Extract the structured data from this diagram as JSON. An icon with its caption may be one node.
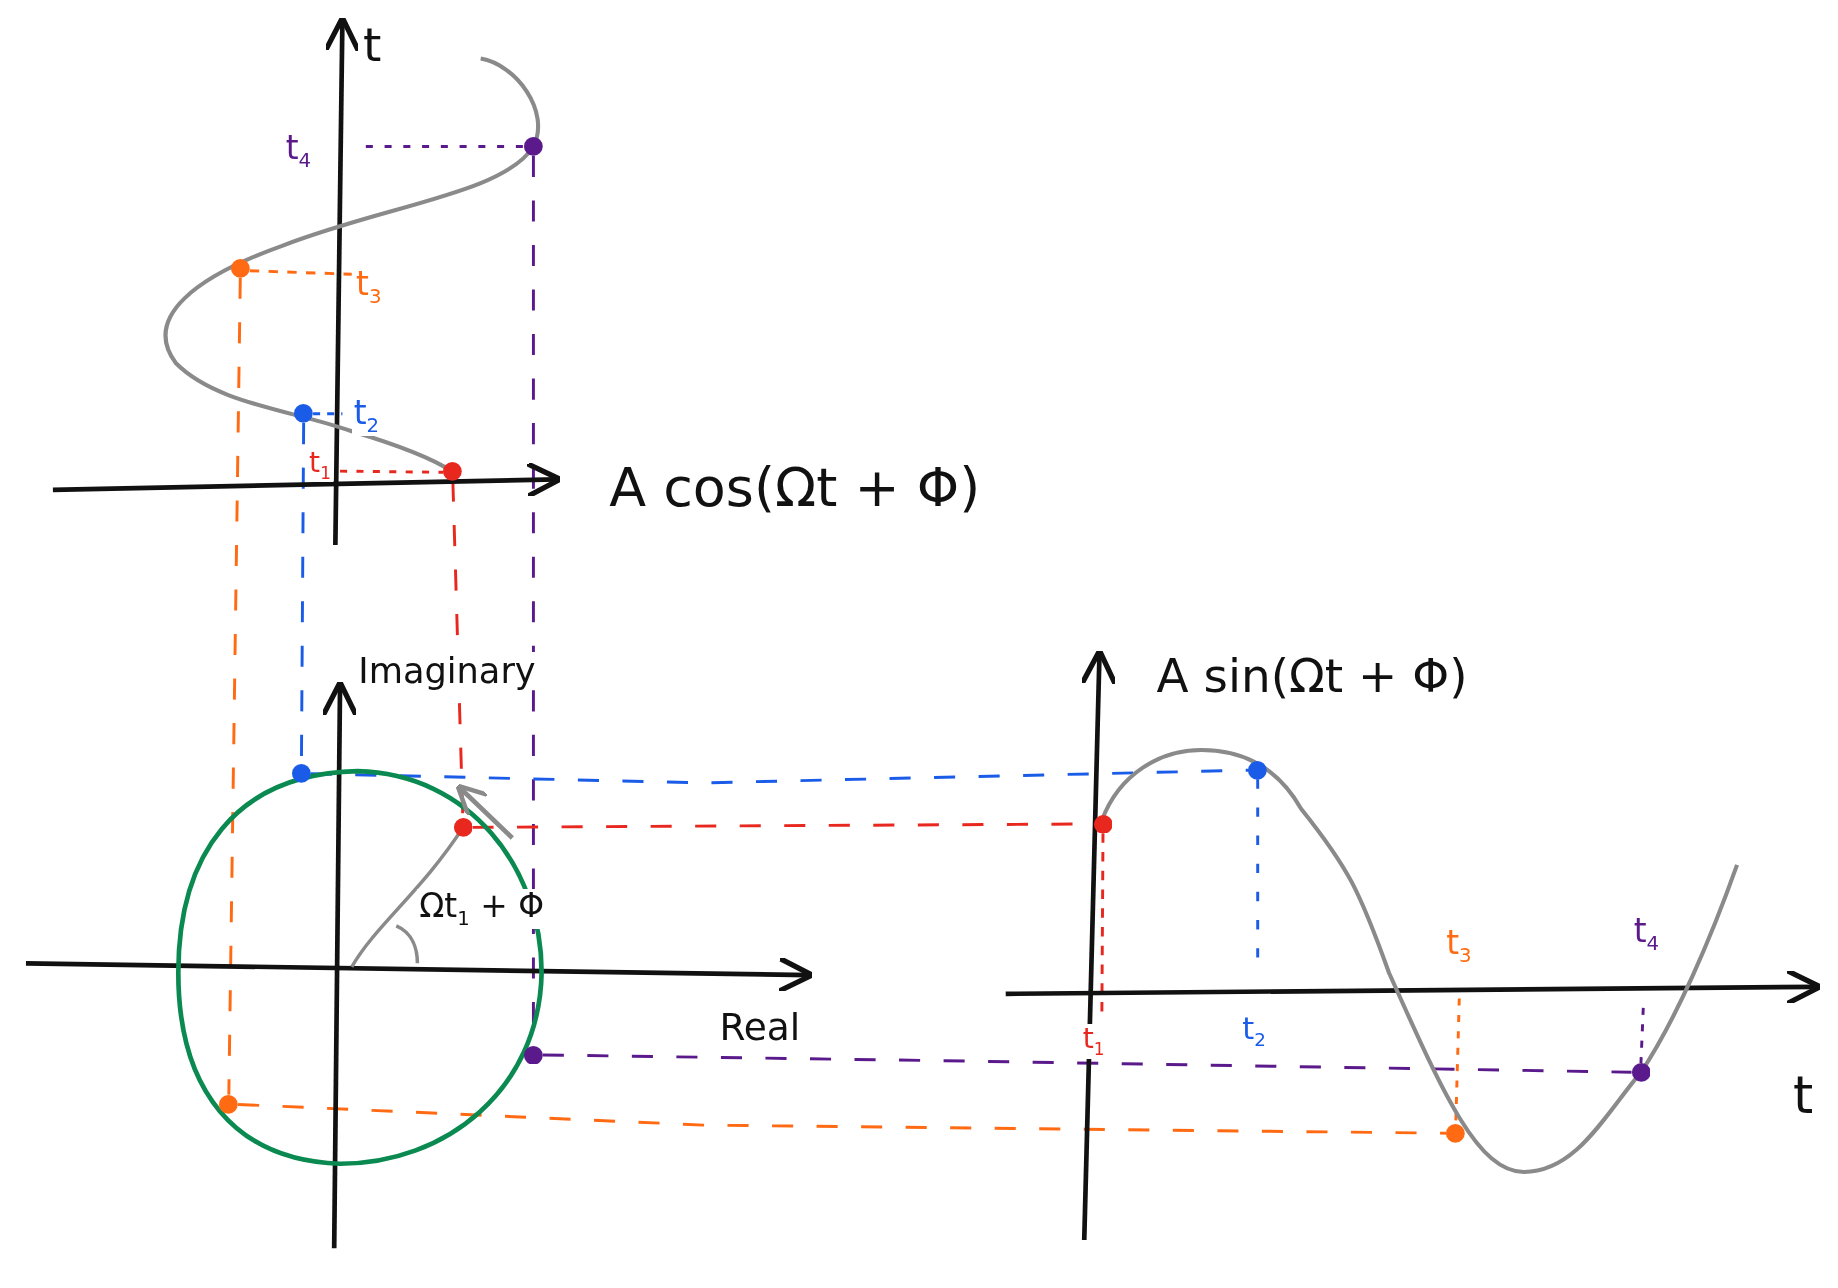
{
  "diagram": {
    "nodes": [
      {
        "text": [],
        "shape": "circle"
      },
      {
        "text": [],
        "shape": "circle"
      },
      {
        "text": [],
        "shape": "circle"
      },
      {
        "text": [],
        "shape": "circle"
      },
      {
        "text": [],
        "shape": "circle"
      },
      {
        "text": [],
        "shape": "circle"
      },
      {
        "text": [],
        "shape": "circle"
      },
      {
        "text": [],
        "shape": "circle"
      },
      {
        "text": [],
        "shape": "circle"
      },
      {
        "text": [],
        "shape": "circle"
      },
      {
        "text": [],
        "shape": "circle"
      },
      {
        "text": [],
        "shape": "circle"
      }
    ],
    "edges": [
      {
        "from": 0,
        "to": 6,
        "arrow": "none",
        "style": "dashed",
        "color": "#5a1a8c"
      },
      {
        "from": 1,
        "to": 7,
        "arrow": "none",
        "style": "dashed",
        "color": "#ff6a13"
      },
      {
        "from": 2,
        "to": 4,
        "arrow": "none",
        "style": "dashed",
        "color": "#1a5ce8"
      },
      {
        "from": 3,
        "to": 5,
        "arrow": "none",
        "style": "dashed",
        "color": "#e8281e"
      },
      {
        "from": 4,
        "to": 9,
        "arrow": "none",
        "style": "dashed",
        "color": "#1a5ce8"
      },
      {
        "from": 5,
        "to": 8,
        "arrow": "none",
        "style": "dashed",
        "color": "#e8281e"
      },
      {
        "from": 6,
        "to": 11,
        "arrow": "none",
        "style": "dashed",
        "color": "#5a1a8c"
      },
      {
        "from": 7,
        "to": 10,
        "arrow": "none",
        "style": "dashed",
        "color": "#ff6a13"
      }
    ],
    "labels": [
      "t",
      "t$_{4}$",
      "t$_{3}$",
      "t$_{2}$",
      "t$_{1}$",
      "A cos(Ωt + Φ)",
      "Imaginary",
      "Ωt$_{1}$ + Φ",
      "Real",
      "A sin(Ωt + Φ)",
      "t$_{1}$",
      "t$_{2}$",
      "t$_{3}$",
      "t$_{4}$",
      "t"
    ]
  }
}
